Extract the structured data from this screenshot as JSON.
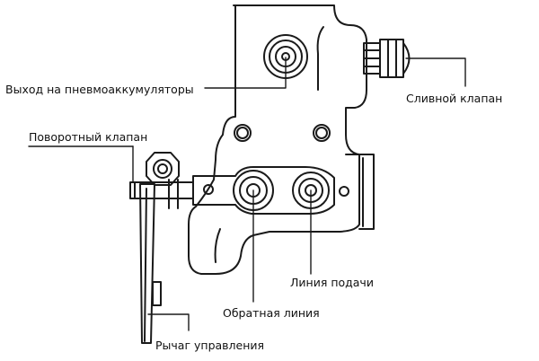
{
  "labels": {
    "accumulator_outlet": "Выход на пневмоаккумуляторы",
    "drain_valve": "Сливной клапан",
    "rotary_valve": "Поворотный клапан",
    "supply_line": "Линия подачи",
    "return_line": "Обратная линия",
    "control_lever": "Рычаг управления"
  }
}
